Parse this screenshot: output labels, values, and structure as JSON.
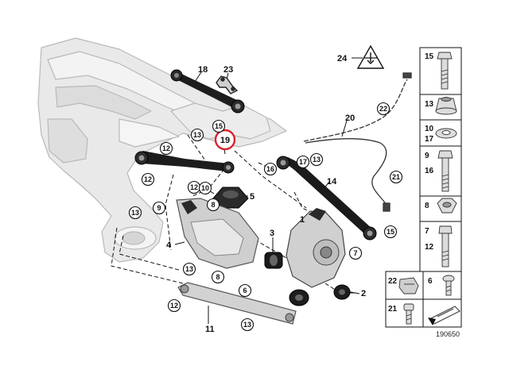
{
  "diagram": {
    "reference_number": "190650",
    "highlight_color": "#d9232d",
    "subframe_color": "#c8c8c8",
    "part_color": "#1b1b1b",
    "legend": [
      {
        "labels": [
          "15"
        ],
        "icon": "flange-bolt-icon"
      },
      {
        "labels": [
          "13"
        ],
        "icon": "collar-nut-icon"
      },
      {
        "labels": [
          "10",
          "17"
        ],
        "icon": "washer-icon"
      },
      {
        "labels": [
          "9",
          "16"
        ],
        "icon": "long-bolt-icon"
      },
      {
        "labels": [
          "8"
        ],
        "icon": "hex-nut-icon"
      },
      {
        "labels": [
          "7",
          "12"
        ],
        "icon": "hex-bolt-icon"
      },
      {
        "labels": [
          "22",
          "21"
        ],
        "icon": "clip-and-cap-screw-icon"
      },
      {
        "labels": [
          "6"
        ],
        "icon": "pan-screw-icon"
      },
      {
        "labels": [],
        "icon": "arrow-shim-icon"
      }
    ],
    "callouts": {
      "c19": "19",
      "c18": "18",
      "c23": "23",
      "c24": "24",
      "c20": "20",
      "c14": "14",
      "c5": "5",
      "c4": "4",
      "c3": "3",
      "c1": "1",
      "c11": "11",
      "c2": "2",
      "c22": "22",
      "c21": "21",
      "c15a": "15",
      "c15b": "15",
      "c16": "16",
      "c17": "17",
      "c13a": "13",
      "c13b": "13",
      "c13c": "13",
      "c13d": "13",
      "c13e": "13",
      "c13f": "13",
      "c12a": "12",
      "c12b": "12",
      "c12c": "12",
      "c12d": "12",
      "c10": "10",
      "c9": "9",
      "c8a": "8",
      "c8b": "8",
      "c7": "7",
      "c6": "6"
    }
  }
}
